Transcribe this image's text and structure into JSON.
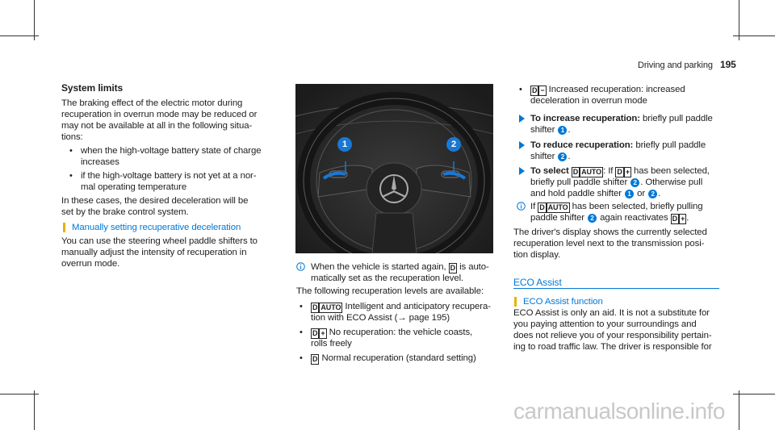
{
  "header": {
    "section": "Driving and parking",
    "page_number": "195"
  },
  "col1": {
    "heading": "System limits",
    "p1": [
      "The braking effect of the electric motor during",
      "recuperation in overrun mode may be reduced or",
      "may not be available at all in the following situa-",
      "tions:"
    ],
    "bullets": [
      [
        "when the high-voltage battery state of charge",
        "increases"
      ],
      [
        "if the high-voltage battery is not yet at a nor-",
        "mal operating temperature"
      ]
    ],
    "p2": [
      "In these cases, the desired deceleration will be",
      "set by the brake control system."
    ],
    "sub_heading": "Manually setting recuperative deceleration",
    "p3": [
      "You can use the steering wheel paddle shifters to",
      "manually adjust the intensity of recuperation in",
      "overrun mode."
    ]
  },
  "col2": {
    "figure": {
      "paddle_left_label": "1",
      "paddle_right_label": "2",
      "colors": {
        "background": "#2b2b2b",
        "highlight": "#1a78d2"
      }
    },
    "note": {
      "line1_pre": "When the vehicle is started again,",
      "key_d": "D",
      "line1_post": "is auto-",
      "line2": "matically set as the recuperation level."
    },
    "intro": "The following recuperation levels are available:",
    "levels": [
      {
        "keys": [
          "D",
          "AUTO"
        ],
        "text": "Intelligent and anticipatory recupera-",
        "line2": "tion with ECO Assist (→ page 195)"
      },
      {
        "keys": [
          "D",
          "+"
        ],
        "text": "No recuperation: the vehicle coasts,",
        "line2": "rolls freely"
      },
      {
        "keys": [
          "D"
        ],
        "text": "Normal recuperation (standard setting)",
        "line2": ""
      }
    ]
  },
  "col3": {
    "level_minus": {
      "keys": [
        "D",
        "−"
      ],
      "text": "Increased recuperation: increased",
      "line2": "deceleration in overrun mode"
    },
    "steps": [
      {
        "label": "To increase recuperation:",
        "text": "briefly pull paddle",
        "line2_pre": "shifter",
        "badge": "1",
        "line2_post": "."
      },
      {
        "label": "To reduce recuperation:",
        "text": "briefly pull paddle",
        "line2_pre": "shifter",
        "badge": "2",
        "line2_post": "."
      }
    ],
    "select": {
      "label": "To select",
      "key1": "D",
      "key2": "AUTO",
      "text1": ": If",
      "key3": "D",
      "key4": "+",
      "text2": "has been selected,",
      "line2_pre": "briefly pull paddle shifter",
      "badge2": "2",
      "line2_post": ". Otherwise pull",
      "line3_pre": "and hold paddle shifter",
      "badge1": "1",
      "line3_mid": "or",
      "badge3": "2",
      "line3_post": "."
    },
    "note": {
      "pre": "If",
      "key1": "D",
      "key2": "AUTO",
      "post": "has been selected, briefly pulling",
      "line2_pre": "paddle shifter",
      "badge": "2",
      "line2_mid": "again reactivates",
      "key3": "D",
      "key4": "+",
      "line2_post": "."
    },
    "display_text": [
      "The driver's display shows the currently selected",
      "recuperation level next to the transmission posi-",
      "tion display."
    ],
    "section_title": "ECO Assist",
    "function_heading": "ECO Assist function",
    "eco_text": [
      "ECO Assist is only an aid. It is not a substitute for",
      "you paying attention to your surroundings and",
      "does not relieve you of your responsibility pertain-",
      "ing to road traffic law. The driver is responsible for"
    ]
  },
  "watermark": "carmanualsonline.info"
}
